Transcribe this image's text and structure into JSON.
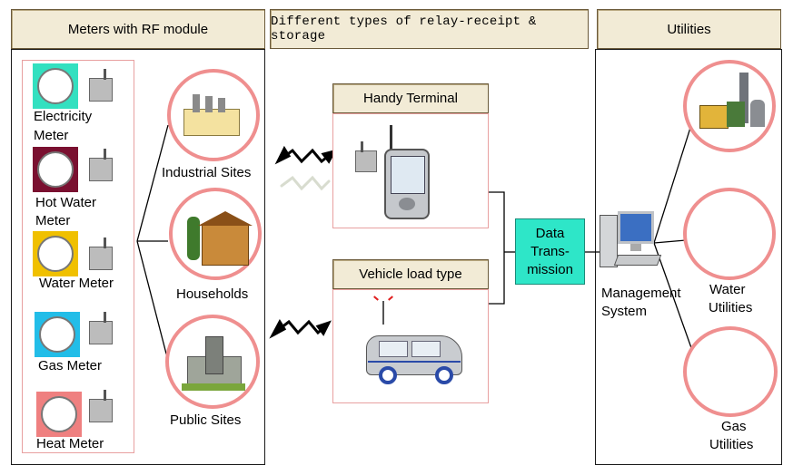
{
  "headers": {
    "meters": "Meters with RF module",
    "relay": "Different types of relay-receipt & storage",
    "utilities": "Utilities"
  },
  "meters": [
    {
      "label_line1": "Electricity",
      "label_line2": "Meter",
      "color": "#33e0c0"
    },
    {
      "label_line1": "Hot Water",
      "label_line2": "Meter",
      "color": "#7a1030"
    },
    {
      "label_line1": "Water Meter",
      "label_line2": "",
      "color": "#f0c000"
    },
    {
      "label_line1": "Gas Meter",
      "label_line2": "",
      "color": "#22bde8"
    },
    {
      "label_line1": "Heat Meter",
      "label_line2": "",
      "color": "#ef8080"
    }
  ],
  "sites": {
    "industrial": "Industrial Sites",
    "households": "Households",
    "public": "Public Sites"
  },
  "relay": {
    "handy_terminal": "Handy Terminal",
    "vehicle": "Vehicle load type"
  },
  "data_transmission": {
    "line1": "Data",
    "line2": "Trans-",
    "line3": "mission",
    "color": "#2ee6c8"
  },
  "management": {
    "line1": "Management",
    "line2": "System"
  },
  "utilities": {
    "water_line1": "Water",
    "water_line2": "Utilities",
    "gas_line1": "Gas",
    "gas_line2": "Utilities"
  },
  "colors": {
    "ring": "#ef8f8f",
    "header_bg": "#f2ebd6"
  }
}
